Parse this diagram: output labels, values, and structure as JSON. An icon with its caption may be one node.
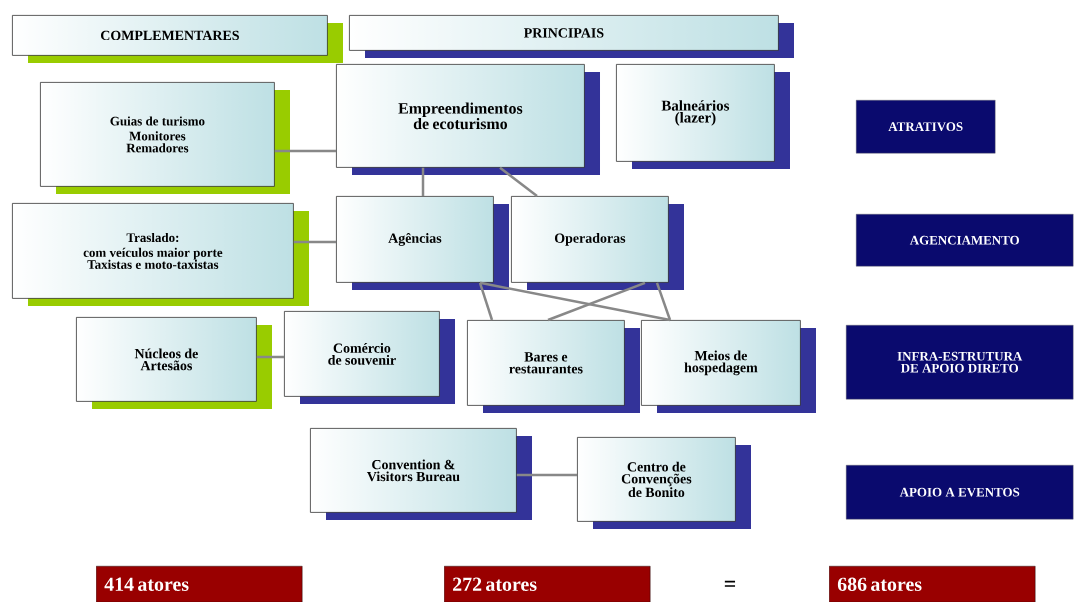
{
  "diagram": {
    "nodes": [
      {
        "text": [
          "COMPLEMENTARES"
        ]
      },
      {
        "text": [
          "PRINCIPAIS"
        ]
      },
      {
        "text": [
          "Guias de turismo",
          "Monitores",
          "Remadores"
        ]
      },
      {
        "text": [
          "Empreendimentos de ecoturismo"
        ]
      },
      {
        "text": [
          "Balneários (lazer)"
        ]
      },
      {
        "text": [
          "ATRATIVOS"
        ]
      },
      {
        "text": [
          "Traslado:",
          "com veículos maior porte",
          "Taxistas e moto-taxistas"
        ]
      },
      {
        "text": [
          "Agências"
        ]
      },
      {
        "text": [
          "Operadoras"
        ]
      },
      {
        "text": [
          "AGENCIAMENTO"
        ]
      },
      {
        "text": [
          "Núcleos de Artesãos"
        ]
      },
      {
        "text": [
          "Comércio de souvenir"
        ]
      },
      {
        "text": [
          "Bares e restaurantes"
        ]
      },
      {
        "text": [
          "Meios de hospedagem"
        ]
      },
      {
        "text": [
          "INFRA-ESTRUTURA DE APOIO DIRETO"
        ]
      },
      {
        "text": [
          "Convention & Visitors Bureau"
        ]
      },
      {
        "text": [
          "Centro de Convenções de Bonito"
        ]
      },
      {
        "text": [
          "APOIO A EVENTOS"
        ]
      },
      {
        "text": [
          "414 atores"
        ]
      },
      {
        "text": [
          "272 atores"
        ]
      },
      {
        "text": [
          "686 atores"
        ]
      }
    ],
    "edges": [
      {
        "from": 2,
        "to": 3,
        "arrow": "none"
      },
      {
        "from": 3,
        "to": 7,
        "arrow": "none"
      },
      {
        "from": 3,
        "to": 8,
        "arrow": "none"
      },
      {
        "from": 6,
        "to": 7,
        "arrow": "none"
      },
      {
        "from": 7,
        "to": 13,
        "arrow": "none"
      },
      {
        "from": 7,
        "to": 12,
        "arrow": "none"
      },
      {
        "from": 8,
        "to": 12,
        "arrow": "none"
      },
      {
        "from": 8,
        "to": 13,
        "arrow": "none"
      },
      {
        "from": 10,
        "to": 11,
        "arrow": "none"
      },
      {
        "from": 15,
        "to": 16,
        "arrow": "none"
      }
    ],
    "labels": [
      "="
    ]
  }
}
